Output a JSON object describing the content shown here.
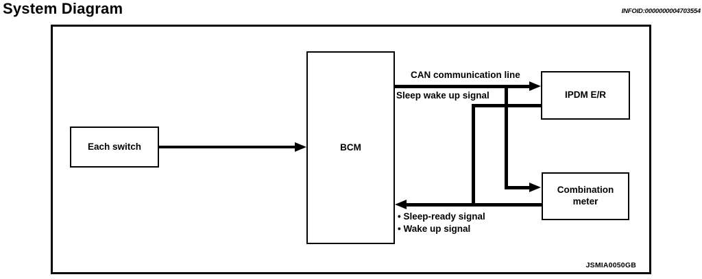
{
  "page": {
    "title": "System Diagram",
    "infoid": "INFOID:0000000004703554",
    "figure_code": "JSMIA0050GB"
  },
  "diagram": {
    "nodes": {
      "each_switch": {
        "label": "Each switch"
      },
      "bcm": {
        "label": "BCM"
      },
      "ipdm": {
        "label": "IPDM E/R"
      },
      "combination_meter": {
        "label": "Combination meter"
      }
    },
    "labels": {
      "can_line": "CAN communication line",
      "sleep_wake": "Sleep wake up signal",
      "sleep_ready": "• Sleep-ready signal",
      "wake_up": "• Wake up signal"
    },
    "connections": {
      "each_switch_to_bcm": "Each switch → BCM",
      "bcm_to_ipdm": "BCM → IPDM E/R (CAN communication line / Sleep wake up signal)",
      "bcm_to_combination_meter": "BCM → Combination meter (CAN branch)",
      "ipdm_and_meter_to_bcm": "IPDM E/R + Combination meter → BCM (Sleep-ready signal / Wake up signal)"
    },
    "colors": {
      "line": "#000000",
      "background": "#ffffff"
    }
  }
}
